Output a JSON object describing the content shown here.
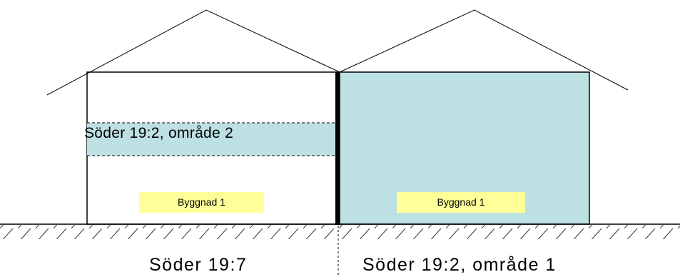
{
  "colors": {
    "area1_fill": "#bde0e3",
    "area2_fill": "#bde0e3",
    "building_tag_fill": "#ffff99",
    "line": "#000000"
  },
  "labels": {
    "area2": "Söder 19:2, område 2",
    "building_left": "Byggnad 1",
    "building_right": "Byggnad 1",
    "parcel_left": "Söder 19:7",
    "parcel_right": "Söder 19:2, område 1"
  }
}
